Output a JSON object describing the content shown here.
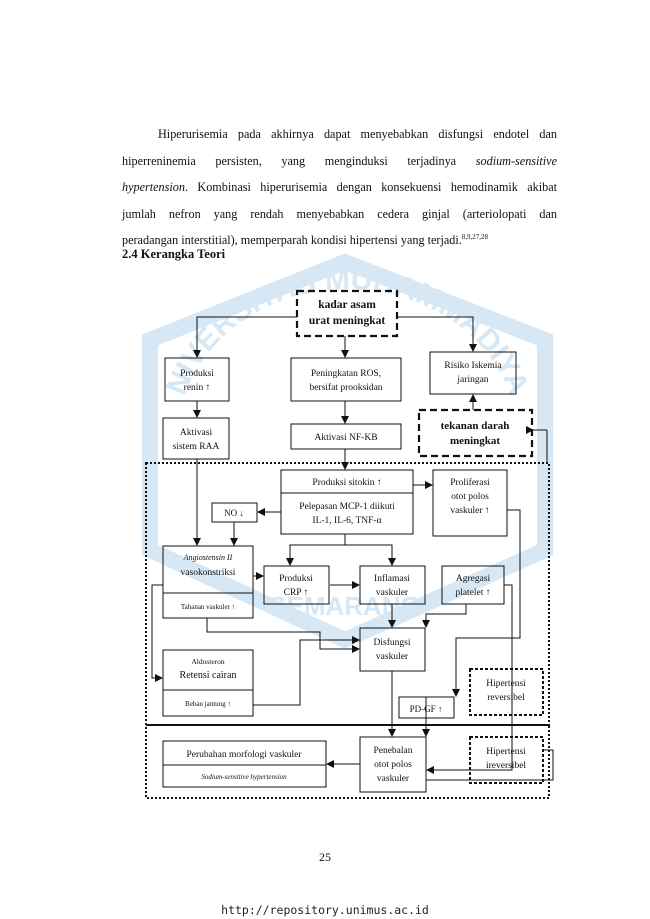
{
  "paragraph": {
    "line1": "Hiperurisemia pada akhirnya dapat menyebabkan disfungsi endotel dan",
    "line2": "hiperreninemia persisten, yang menginduksi terjadinya",
    "line2_italic": "sodium-sensitive",
    "line3_italic": "hypertension",
    "line3": ". Kombinasi hiperurisemia dengan konsekuensi hemodinamik akibat",
    "line4": "jumlah nefron yang rendah menyebabkan cedera ginjal (arteriolopati dan",
    "line5": "peradangan interstitial), memperparah kondisi hipertensi yang terjadi.",
    "citation": "8,9,27,28"
  },
  "section_heading": "2.4 Kerangka Teori",
  "watermark": {
    "university": "UNIVERSITAS MUHAMMADIYAH",
    "city": "SEMARANG"
  },
  "diagram": {
    "kadar_asam_1": "kadar asam",
    "kadar_asam_2": "urat meningkat",
    "produksi_renin_1": "Produksi",
    "produksi_renin_2": "renin ↑",
    "ros_1": "Peningkatan ROS,",
    "ros_2": "bersifat prooksidan",
    "iskemia_1": "Risiko Iskemia",
    "iskemia_2": "jaringan",
    "raa_1": "Aktivasi",
    "raa_2": "sistem RAA",
    "nfkb": "Aktivasi NF-KB",
    "tekanan_1": "tekanan darah",
    "tekanan_2": "meningkat",
    "sitokin": "Produksi sitokin ↑",
    "mcp_1": "Pelepasan MCP-1 diikuti",
    "mcp_2": "IL-1, IL-6, TNF-α",
    "proliferasi_1": "Proliferasi",
    "proliferasi_2": "otot polos",
    "proliferasi_3": "vaskuler ↑",
    "no": "NO ↓",
    "angiotensin": "Angiostensin II",
    "vasokonstriksi": "vasokonstriksi",
    "tahanan": "Tahanan vaskuler ↑",
    "crp_1": "Produksi",
    "crp_2": "CRP ↑",
    "inflamasi_1": "Inflamasi",
    "inflamasi_2": "vaskuler",
    "agregasi_1": "Agregasi",
    "agregasi_2": "platelet ↑",
    "disfungsi_1": "Disfungsi",
    "disfungsi_2": "vaskuler",
    "aldosteron": "Aldosteron",
    "retensi": "Retensi cairan",
    "beban": "Beban jantung ↑",
    "hipertensi_rev_1": "Hipertensi",
    "hipertensi_rev_2": "reversibel",
    "pdgf": "PD-GF ↑",
    "perubahan": "Perubahan morfologi vaskuler",
    "sodium": "Sodium-sensitive hypertension",
    "penebalan_1": "Penebalan",
    "penebalan_2": "otot polos",
    "penebalan_3": "vaskuler",
    "hipertensi_irev_1": "Hipertensi",
    "hipertensi_irev_2": "ireversibel"
  },
  "page_number": "25",
  "footer_url": "http://repository.unimus.ac.id"
}
